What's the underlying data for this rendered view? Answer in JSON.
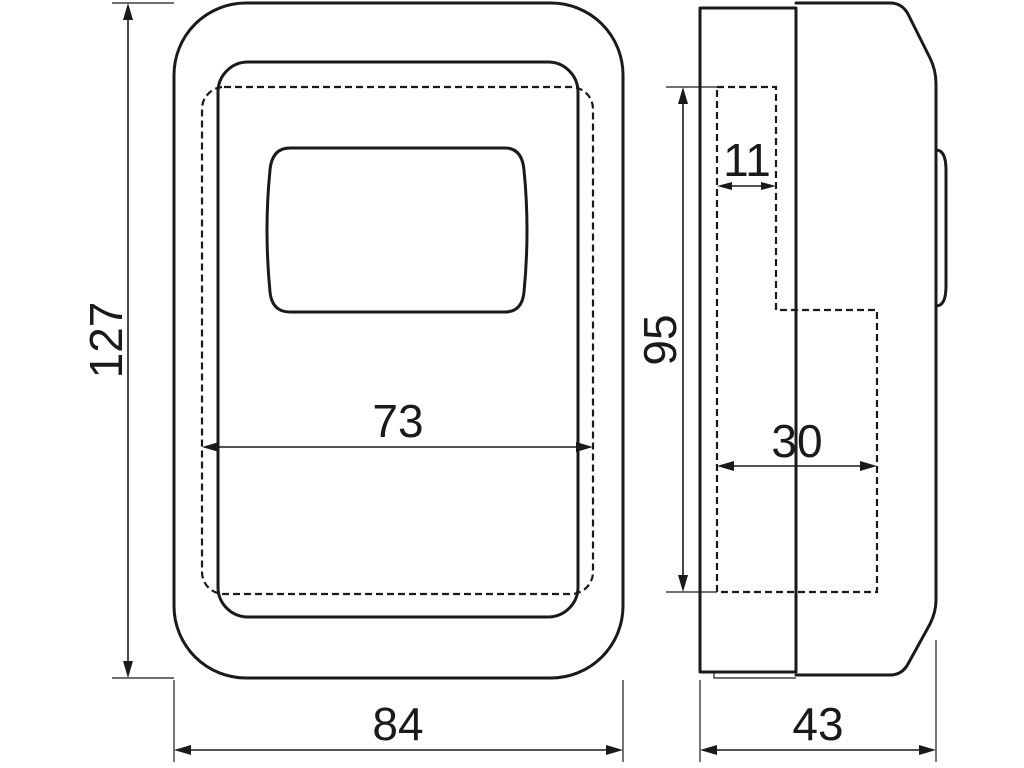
{
  "dimensions": {
    "height_total": "127",
    "width_total": "84",
    "inner_width": "73",
    "depth_total": "43",
    "inner_height": "95",
    "inner_depth": "30",
    "lid_depth": "11"
  }
}
